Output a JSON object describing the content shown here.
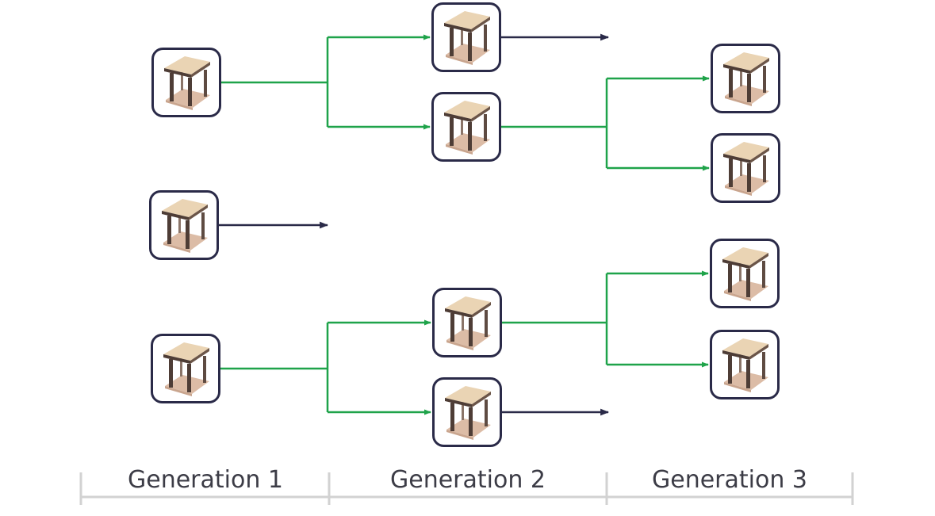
{
  "generations": [
    {
      "label": "Generation 1"
    },
    {
      "label": "Generation 2"
    },
    {
      "label": "Generation 3"
    }
  ],
  "colors": {
    "branch_arrow": "#1fa34a",
    "terminal_arrow": "#2a2a48",
    "node_border": "#2a2a48",
    "table_top": "#ead4b4",
    "table_base": "#dcbca6",
    "table_leg": "#4e3d36",
    "timeline": "#d2d2d2"
  },
  "node_icon": "table-thumbnail-icon",
  "nodes": [
    {
      "id": "g1a",
      "generation": 1
    },
    {
      "id": "g1b",
      "generation": 1
    },
    {
      "id": "g1c",
      "generation": 1
    },
    {
      "id": "g2a",
      "generation": 2
    },
    {
      "id": "g2b",
      "generation": 2
    },
    {
      "id": "g2c",
      "generation": 2
    },
    {
      "id": "g2d",
      "generation": 2
    },
    {
      "id": "g3a",
      "generation": 3
    },
    {
      "id": "g3b",
      "generation": 3
    },
    {
      "id": "g3c",
      "generation": 3
    },
    {
      "id": "g3d",
      "generation": 3
    }
  ],
  "edges": [
    {
      "from": "g1a",
      "to": [
        "g2a",
        "g2b"
      ]
    },
    {
      "from": "g1b",
      "to": []
    },
    {
      "from": "g1c",
      "to": [
        "g2c",
        "g2d"
      ]
    },
    {
      "from": "g2a",
      "to": []
    },
    {
      "from": "g2b",
      "to": [
        "g3a",
        "g3b"
      ]
    },
    {
      "from": "g2c",
      "to": [
        "g3c",
        "g3d"
      ]
    },
    {
      "from": "g2d",
      "to": []
    }
  ]
}
